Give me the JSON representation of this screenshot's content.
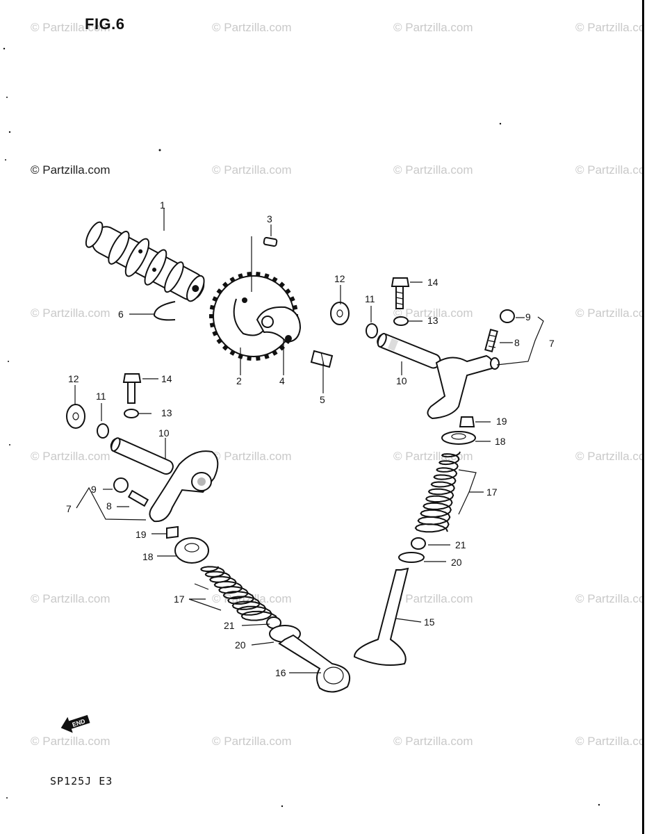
{
  "figure": {
    "title": "FIG.6",
    "model": "SP125J  E3"
  },
  "watermark": {
    "text": "© Partzilla.com",
    "main_text": "© Partzilla.com"
  },
  "parts": [
    {
      "id": "1",
      "label": "1"
    },
    {
      "id": "2",
      "label": "2"
    },
    {
      "id": "3",
      "label": "3"
    },
    {
      "id": "4",
      "label": "4"
    },
    {
      "id": "5",
      "label": "5"
    },
    {
      "id": "6",
      "label": "6"
    },
    {
      "id": "7",
      "label": "7"
    },
    {
      "id": "8",
      "label": "8"
    },
    {
      "id": "9",
      "label": "9"
    },
    {
      "id": "10",
      "label": "10"
    },
    {
      "id": "11",
      "label": "11"
    },
    {
      "id": "12",
      "label": "12"
    },
    {
      "id": "13",
      "label": "13"
    },
    {
      "id": "14",
      "label": "14"
    },
    {
      "id": "15",
      "label": "15"
    },
    {
      "id": "16",
      "label": "16"
    },
    {
      "id": "17",
      "label": "17"
    },
    {
      "id": "18",
      "label": "18"
    },
    {
      "id": "19",
      "label": "19"
    },
    {
      "id": "20",
      "label": "20"
    },
    {
      "id": "21",
      "label": "21"
    }
  ],
  "end_marker": {
    "text": "END",
    "icon": "arrow-left-icon"
  }
}
